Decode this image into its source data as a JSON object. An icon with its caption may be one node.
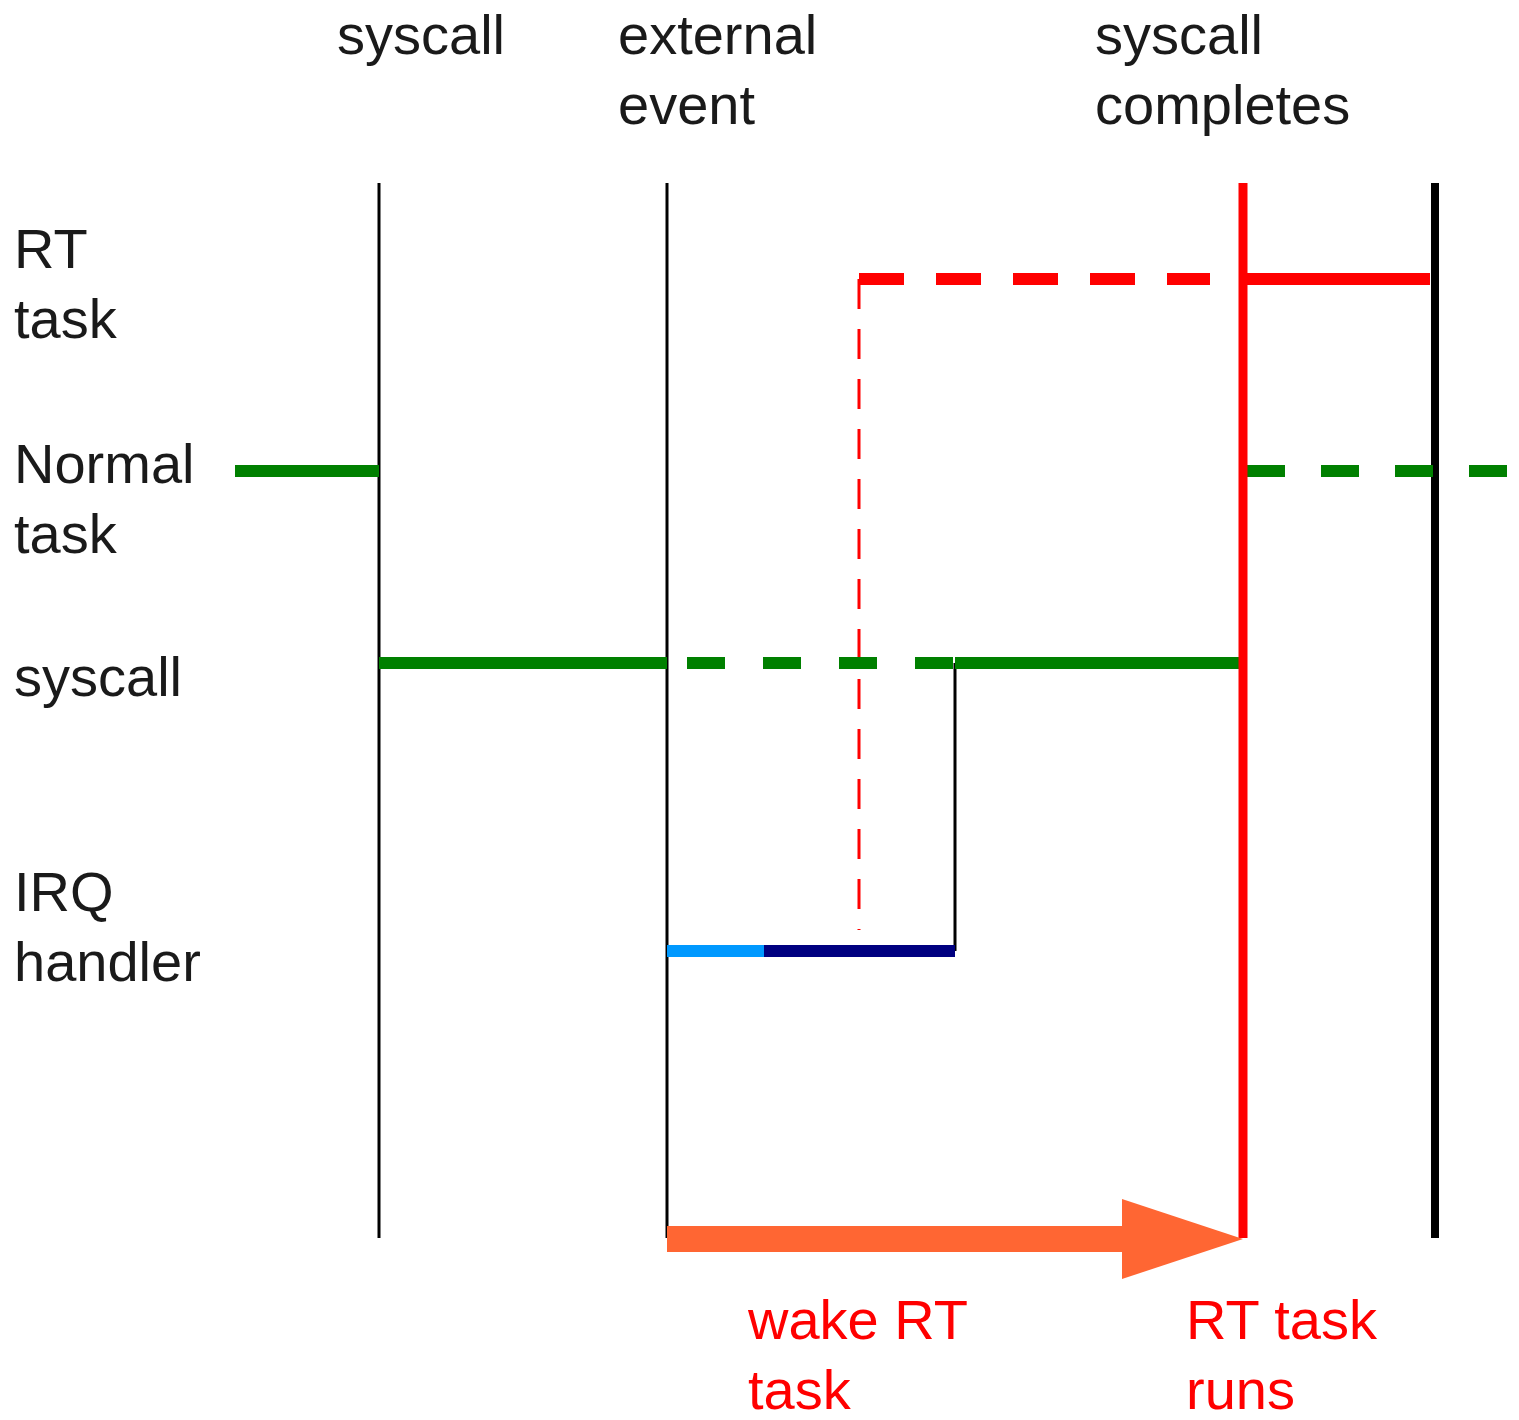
{
  "diagram": {
    "labels": [
      "syscall",
      "external event",
      "syscall completes",
      "RT task",
      "Normal task",
      "syscall",
      "IRQ handler",
      "wake RT task",
      "RT task runs"
    ]
  }
}
